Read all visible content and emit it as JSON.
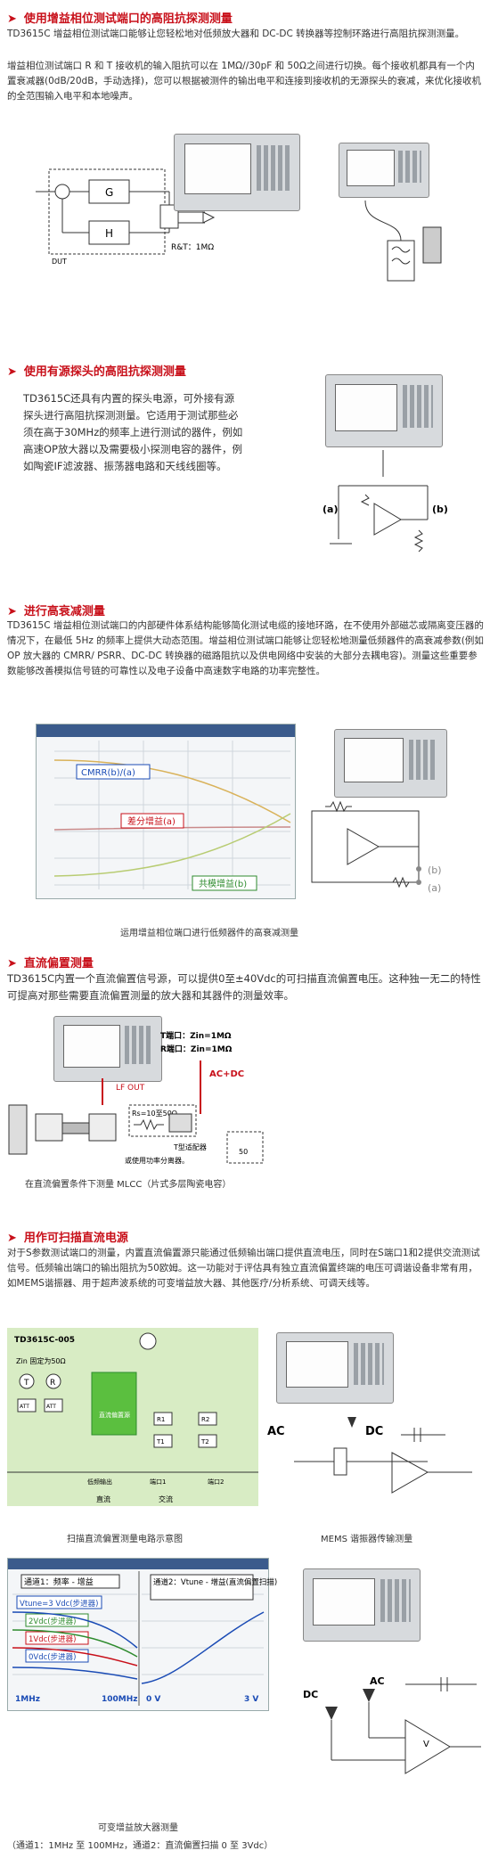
{
  "sections": [
    {
      "title": "使用增益相位测试端口的高阻抗探测测量",
      "paragraphs": [
        "TD3615C 增益相位测试端口能够让您轻松地对低频放大器和 DC-DC 转换器等控制环路进行高阻抗探测测量。",
        "增益相位测试端口 R 和 T 接收机的输入阻抗可以在 1MΩ//30pF 和 50Ω之间进行切换。每个接收机都具有一个内置衰减器(0dB/20dB，手动选择)，您可以根据被测件的输出电平和连接到接收机的无源探头的衰减，来优化接收机的全范围输入电平和本地噪声。"
      ],
      "figure_labels": {
        "g": "G",
        "h": "H",
        "rt": "R&T：1MΩ",
        "dut": "DUT"
      }
    },
    {
      "title": "使用有源探头的高阻抗探测测量",
      "paragraphs": [
        "TD3615C还具有内置的探头电源，可外接有源探头进行高阻抗探测测量。它适用于测试那些必须在高于30MHz的频率上进行测试的器件，例如高速OP放大器以及需要极小探测电容的器件，例如陶瓷IF滤波器、振荡器电路和天线线圈等。"
      ],
      "figure_labels": {
        "a": "(a)",
        "b": "(b)"
      }
    },
    {
      "title": "进行高衰减测量",
      "paragraphs": [
        "TD3615C 增益相位测试端口的内部硬件体系结构能够简化测试电缆的接地环路，在不使用外部磁芯或隔离变压器的情况下，在最低 5Hz 的频率上提供大动态范围。增益相位测试端口能够让您轻松地测量低频器件的高衰减参数(例如 OP 放大器的 CMRR/ PSRR、DC-DC 转换器的磁路阻抗以及供电网络中安装的大部分去耦电容)。测量这些重要参数能够改善模拟信号链的可靠性以及电子设备中高速数字电路的功率完整性。"
      ],
      "chart_labels": {
        "cmrr": "CMRR(b)/(a)",
        "diff": "差分增益(a)",
        "common": "共模增益(b)"
      },
      "figure_labels": {
        "b": "(b)",
        "a": "(a)"
      },
      "caption": "运用增益相位端口进行低频器件的高衰减测量"
    },
    {
      "title": "直流偏置测量",
      "paragraphs": [
        "TD3615C内置一个直流偏置信号源，可以提供0至±40Vdc的可扫描直流偏置电压。这种独一无二的特性可提高对那些需要直流偏置测量的放大器和其器件的测量效率。"
      ],
      "figure_labels": {
        "t_port": "T端口：Zin=1MΩ",
        "r_port": "R端口：Zin=1MΩ",
        "ac_dc": "AC+DC",
        "lf_out": "LF OUT",
        "rs": "Rs=10至50Ω",
        "t_conv": "T型适配器",
        "amp": "或使用功率分离器。",
        "r50": "50"
      },
      "caption": "在直流偏置条件下测量 MLCC（片式多层陶瓷电容）"
    },
    {
      "title": "用作可扫描直流电源",
      "paragraphs": [
        "对于S参数测试端口的测量，内置直流偏置源只能通过低频输出端口提供直流电压，同时在S端口1和2提供交流测试信号。低频输出端口的输出阻抗为50欧姆。这一功能对于评估具有独立直流偏置终端的电压可调谐设备非常有用，如MEMS谐振器、用于超声波系统的可变增益放大器、其他医疗/分析系统、可调天线等。"
      ],
      "block_labels": {
        "model": "TD3615C-005",
        "zin": "Zin 固定为50Ω",
        "t": "T",
        "r": "R",
        "att": "ATT",
        "dc_source": "直流偏置源",
        "r1": "R1",
        "t1": "T1",
        "r2": "R2",
        "t2": "T2",
        "lf_out": "低频输出",
        "port1": "端口1",
        "port2": "端口2",
        "dc": "直流",
        "ac": "交流"
      },
      "caption_left": "扫描直流偏置测量电路示意图",
      "caption_right": "MEMS 谐振器传输测量",
      "mems_labels": {
        "ac": "AC",
        "dc": "DC"
      },
      "chart_labels": {
        "ch1": "通道1：频率 - 增益",
        "ch2": "通道2：Vtune - 增益(直流偏置扫描)",
        "v3": "Vtune=3 Vdc(步进器)",
        "v2": "2Vdc(步进器)",
        "v1": "1Vdc(步进器)",
        "v0": "0Vdc(步进器)",
        "x1": "1MHz",
        "x2": "100MHz",
        "x3": "0 V",
        "x4": "3 V"
      },
      "amp_labels": {
        "dc": "DC",
        "ac": "AC",
        "v": "V"
      },
      "caption_bottom": "可变增益放大器测量",
      "caption_bottom2": "（通道1：1MHz 至 100MHz，通道2：直流偏置扫描 0 至 3Vdc）"
    }
  ],
  "colors": {
    "heading": "#c8101a",
    "text": "#333333",
    "green": "#2e8b2e",
    "blue": "#1a4bb5"
  }
}
